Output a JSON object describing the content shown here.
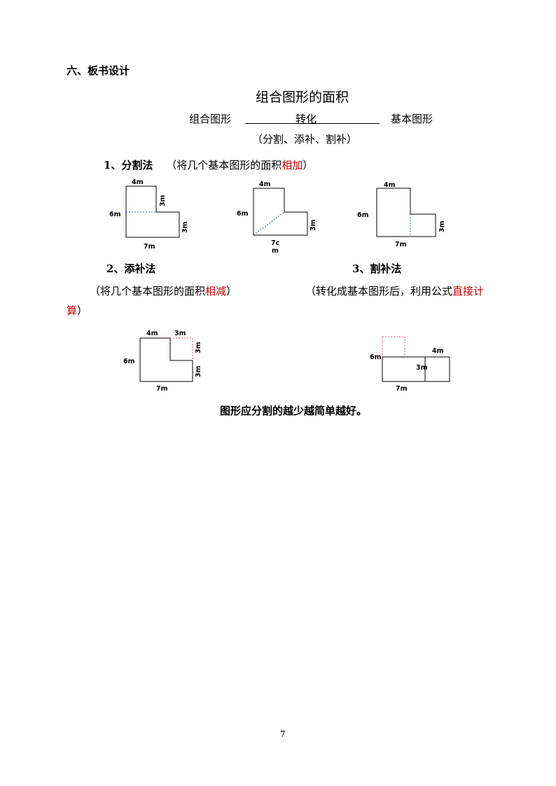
{
  "section_heading": "六、板书设计",
  "board": {
    "title": "组合图形的面积",
    "left_term": "组合图形",
    "middle_term": "转化",
    "right_term": "基本图形",
    "methods_summary": "（分割、添补、割补）"
  },
  "method1": {
    "title": "1、分割法",
    "note_prefix": "（将几个基本图形的面积",
    "note_highlight": "相加",
    "note_suffix": "）"
  },
  "method2": {
    "title": "2、添补法",
    "note_prefix": "（将几个基本图形的面积",
    "note_highlight": "相减",
    "note_suffix": "）"
  },
  "method3": {
    "title": "3、割补法",
    "note_prefix": "（转化成基本图形后，利用公式",
    "note_highlight_1": "直接计",
    "note_highlight_2": "算",
    "note_suffix": "）"
  },
  "figure_labels": {
    "f1_top": "4m",
    "f1_right_top": "3m",
    "f1_left": "6m",
    "f1_right_bottom": "3m",
    "f1_bottom": "7m",
    "f2_top": "4m",
    "f2_left": "6m",
    "f2_right": "3m",
    "f2_bottom_1": "7c",
    "f2_bottom_2": "m",
    "f3_top": "4m",
    "f3_left": "6m",
    "f3_right": "3m",
    "f3_bottom": "7m",
    "f4_top": "4m",
    "f4_top_right": "3m",
    "f4_right_top": "3m",
    "f4_left": "6m",
    "f4_right_bottom": "3m",
    "f4_bottom": "7m",
    "f5_right": "4m",
    "f5_left": "6m",
    "f5_inner": "3m",
    "f5_bottom": "7m"
  },
  "conclusion": "图形应分割的越少越简单越好。",
  "page_number": "7",
  "colors": {
    "highlight": "#c00000",
    "dashed_blue": "#3a5fd0",
    "dashed_red": "#e06070"
  }
}
